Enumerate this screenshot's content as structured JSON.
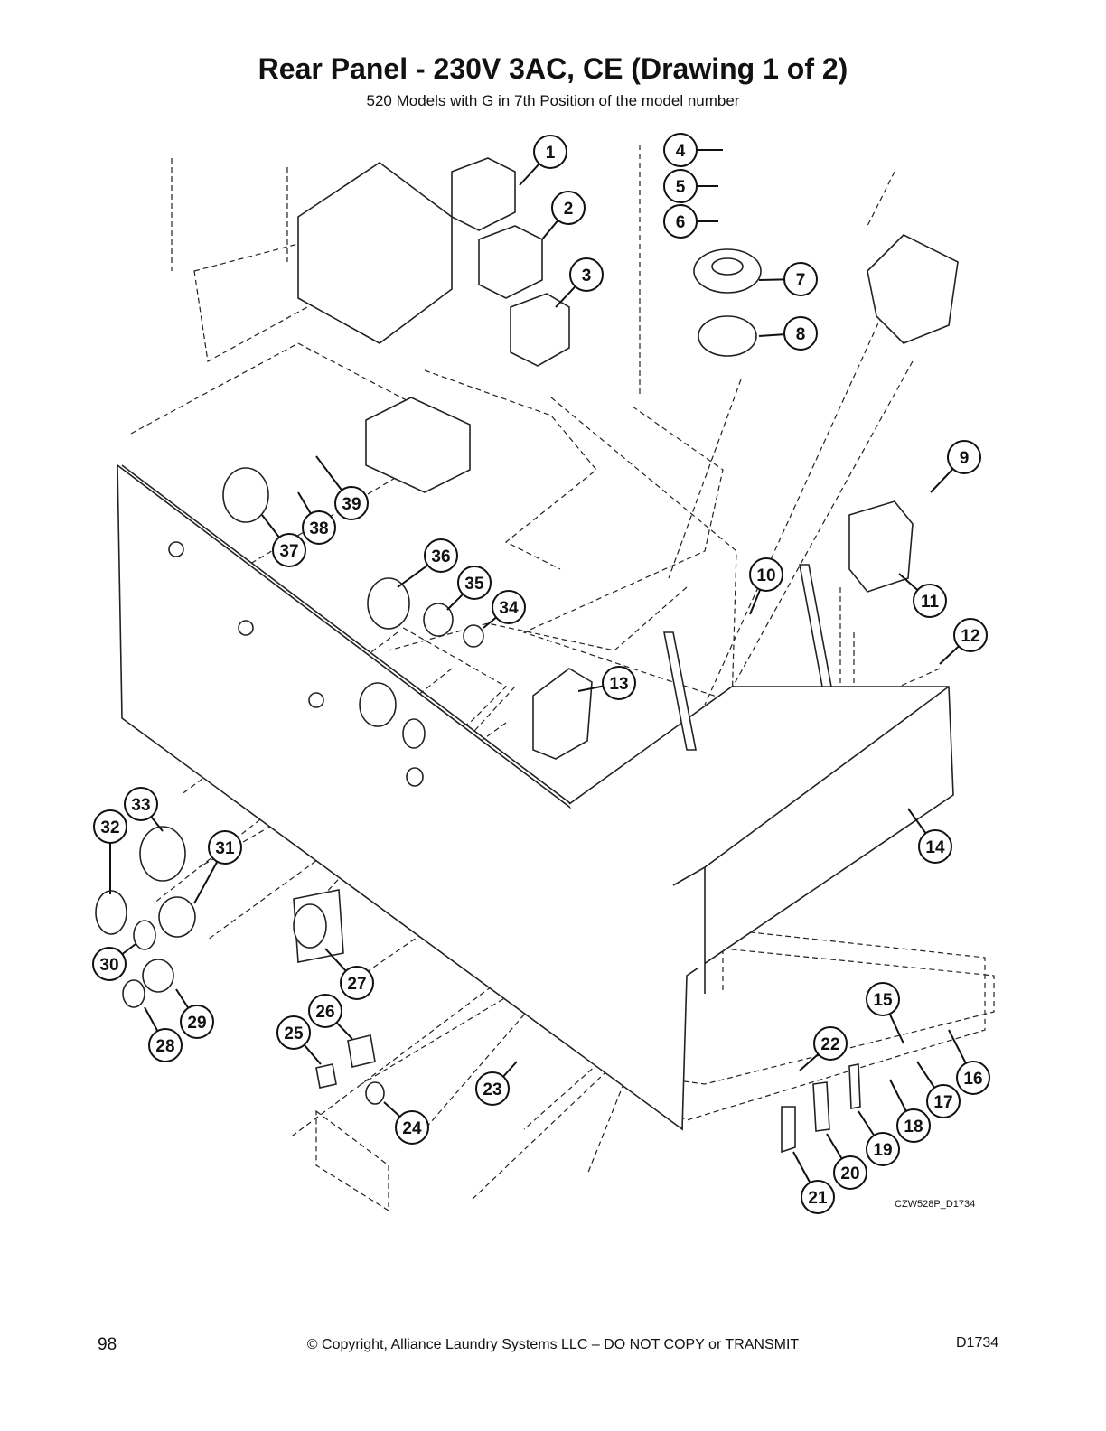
{
  "header": {
    "title": "Rear Panel - 230V 3AC, CE (Drawing 1 of 2)",
    "subtitle": "520 Models with G in 7th Position of the model number"
  },
  "diagram": {
    "drawing_code": "CZW528P_D1734",
    "callouts": [
      "1",
      "2",
      "3",
      "4",
      "5",
      "6",
      "7",
      "8",
      "9",
      "10",
      "11",
      "12",
      "13",
      "14",
      "15",
      "16",
      "17",
      "18",
      "19",
      "20",
      "21",
      "22",
      "23",
      "24",
      "25",
      "26",
      "27",
      "28",
      "29",
      "30",
      "31",
      "32",
      "33",
      "34",
      "35",
      "36",
      "37",
      "38",
      "39"
    ]
  },
  "footer": {
    "page_number": "98",
    "copyright": "© Copyright, Alliance Laundry Systems LLC – DO NOT COPY or TRANSMIT",
    "doc_code": "D1734"
  }
}
